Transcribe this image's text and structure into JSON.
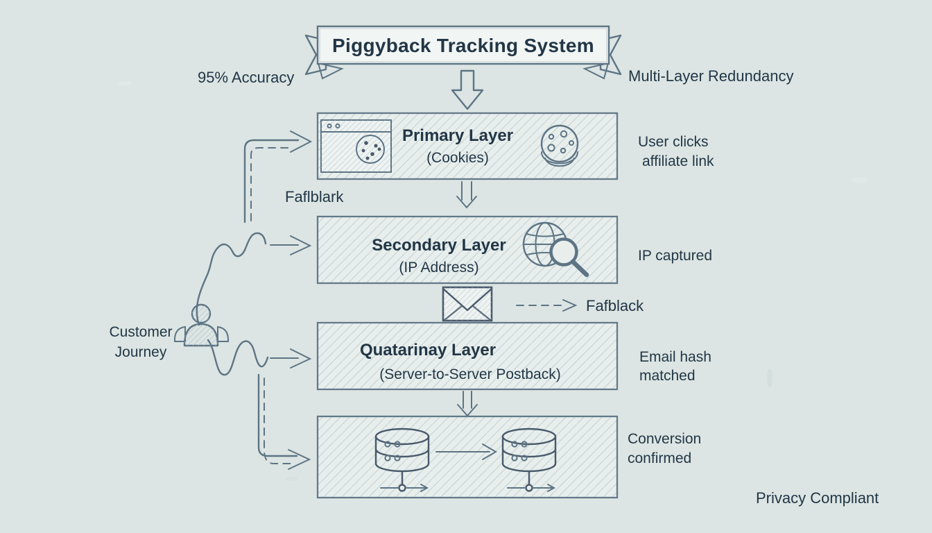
{
  "colors": {
    "background": "#dce5e3",
    "ink": "#223646",
    "line": "#5d7484",
    "icon_ink": "#48596b",
    "box_fill": "#e7eeec",
    "box_border": "#64798a",
    "banner_fill": "#f1f5f4",
    "hatch": "#c3d0d3",
    "fold_fill": "#aebfc7"
  },
  "banner": {
    "title": "Piggyback Tracking System",
    "left_note": "95% Accuracy",
    "right_note": "Multi-Layer Redundancy"
  },
  "labels": {
    "faflblark": "Faflblark",
    "fafblack": "Fafblack",
    "customer_line1": "Customer",
    "customer_line2": "Journey",
    "privacy": "Privacy Compliant"
  },
  "layers": [
    {
      "title": "Primary Layer",
      "subtitle": "(Cookies)",
      "note1": "User clicks",
      "note2": "affiliate link"
    },
    {
      "title": "Secondary Layer",
      "subtitle": "(IP Address)",
      "note1": "IP captured",
      "note2": ""
    },
    {
      "title": "Quatarinay Layer",
      "subtitle": "(Server-to-Server Postback)",
      "note1": "Email hash",
      "note2": "matched"
    },
    {
      "title": "",
      "subtitle": "",
      "note1": "Conversion",
      "note2": "confirmed"
    }
  ],
  "icons": {
    "primary_left": "browser-cookie-icon",
    "primary_right": "cookie-icon",
    "secondary_right": "globe-magnifier-icon",
    "handoff": "envelope-icon",
    "final_left": "database-icon",
    "final_right": "database-icon",
    "journey": "customer-group-icon"
  }
}
